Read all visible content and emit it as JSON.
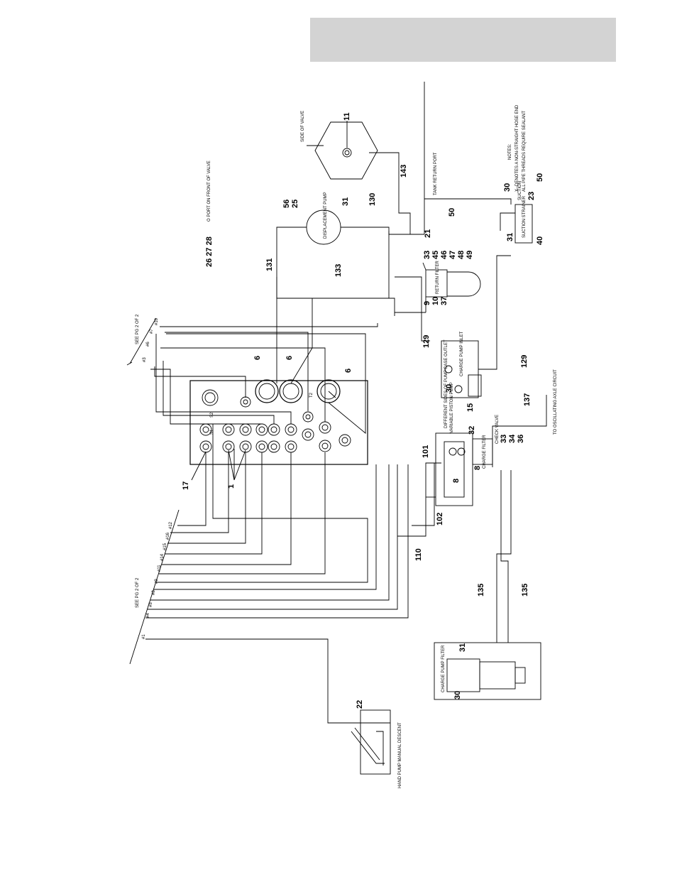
{
  "header": {
    "bar_color": "#d3d3d3"
  },
  "titles": {
    "o_port_note": "O PORT ON FRONT OF VALVE",
    "o_port_items": "26 27 28",
    "side_of_valve": "SIDE OF VALVE",
    "see_pg_top": "SEE PG 2 OF 2",
    "see_pg_bottom": "SEE PG 2 OF 2",
    "tank_return_port": "TANK RETURN PORT",
    "suction": "SUCTION",
    "notes_title": "NOTES:",
    "note_1": "X--DENOTES A NON-STRAIGHT HOSE END",
    "note_2": "ALL PIPE THREADS REQUIRE SEALANT",
    "return_filter": "RETURN FILTER",
    "displacement_pump": "DISPLACEMENT PUMP",
    "suction_strainer": "SUCTION STRAINER",
    "case_outlet": "CASE OUTLET",
    "charge_pump_inlet": "CHARGE PUMP INLET",
    "different_sides": "DIFFERENT SIDES OF PUMP",
    "pump_spec": "VARIABLE PISTON PUMP",
    "charge_filter": "CHARGE FILTER",
    "to_oscillating": "TO OSCILLATING AXLE CIRCUIT",
    "charge_pump_filter": "CHARGE PUMP FILTER",
    "hand_pump": "HAND PUMP MANUAL DESCENT"
  },
  "callouts": {
    "c11": "11",
    "c143": "143",
    "c56": "56",
    "c25": "25",
    "c31a": "31",
    "c130": "130",
    "c50a": "50",
    "c21": "21",
    "c30a": "30",
    "c50b": "50",
    "c23": "23",
    "c40": "40",
    "c31b": "31",
    "c33": "33",
    "c45": "45",
    "c46": "46",
    "c47": "47",
    "c48": "48",
    "c49": "49",
    "c131": "131",
    "c133": "133",
    "c9": "9",
    "c10": "10",
    "c37": "37",
    "c6a": "6",
    "c6b": "6",
    "c6c": "6",
    "c129a": "129",
    "c129b": "129",
    "c30b": "30",
    "c15": "15",
    "c137": "137",
    "c33b": "33",
    "c34": "34",
    "c36": "36",
    "c101": "101",
    "c32": "32",
    "c8a": "8",
    "c8b": "8",
    "c102": "102",
    "c110": "110",
    "c17": "17",
    "c1": "1",
    "c135a": "135",
    "c135b": "135",
    "c31c": "31",
    "c30c": "30",
    "c22": "22"
  },
  "ports": {
    "p3": "#3",
    "p6": "#6",
    "p7": "#7",
    "p10": "#10",
    "p12": "#12",
    "p13": "#13",
    "p5": "#5",
    "p9": "#9",
    "p11": "#11",
    "p14": "#14",
    "p1": "#1",
    "p4": "#4",
    "p8": "#8",
    "p15": "#15",
    "p16": "#16"
  }
}
